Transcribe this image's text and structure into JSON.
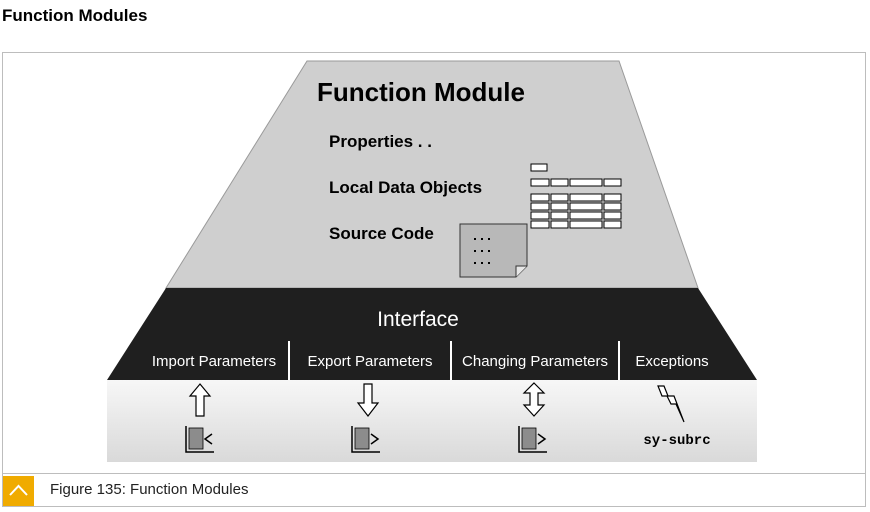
{
  "page": {
    "title": "Function Modules"
  },
  "diagram": {
    "heading": "Function Module",
    "properties_label": "Properties . .",
    "local_data_label": "Local Data Objects",
    "source_code_label": "Source Code",
    "interface_label": "Interface",
    "params": [
      {
        "label": "Import Parameters",
        "direction": "up"
      },
      {
        "label": "Export Parameters",
        "direction": "down"
      },
      {
        "label": "Changing Parameters",
        "direction": "both"
      },
      {
        "label": "Exceptions",
        "direction": "lightning"
      }
    ],
    "return_code": "sy-subrc",
    "colors": {
      "trapezoid": "#cfcfcf",
      "interface": "#1f1f1f",
      "accent": "#f0ab00"
    }
  },
  "caption": {
    "text": "Figure 135: Function Modules",
    "icon": "chevron-up-icon"
  }
}
